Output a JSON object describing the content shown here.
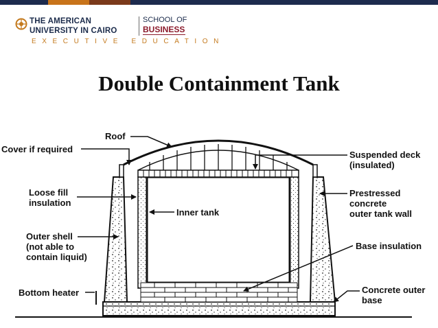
{
  "colors": {
    "bar_navy": "#1d2b4e",
    "bar_orange": "#c8741a",
    "bar_brown": "#7b3a1b",
    "brand_navy": "#1a2a4a",
    "brand_red": "#8b1a2b",
    "brand_gold": "#c47a1e"
  },
  "header": {
    "university_line1": "THE AMERICAN",
    "university_line2": "UNIVERSITY IN CAIRO",
    "school_label": "SCHOOL OF",
    "business_label": "BUSINESS",
    "exec_label": "EXECUTIVE EDUCATION",
    "logo_icon": "auc-emblem-icon"
  },
  "slide": {
    "title": "Double Containment Tank"
  },
  "diagram": {
    "labels": {
      "roof": "Roof",
      "cover": "Cover if required",
      "suspended_deck_1": "Suspended deck",
      "suspended_deck_2": "(insulated)",
      "loose_fill_1": "Loose fill",
      "loose_fill_2": "insulation",
      "prestressed_1": "Prestressed",
      "prestressed_2": "concrete",
      "prestressed_3": "outer tank wall",
      "inner_tank": "Inner tank",
      "outer_shell_1": "Outer shell",
      "outer_shell_2": "(not able to",
      "outer_shell_3": "contain liquid)",
      "base_insulation": "Base insulation",
      "bottom_heater": "Bottom heater",
      "concrete_base_1": "Concrete outer",
      "concrete_base_2": "base"
    }
  }
}
